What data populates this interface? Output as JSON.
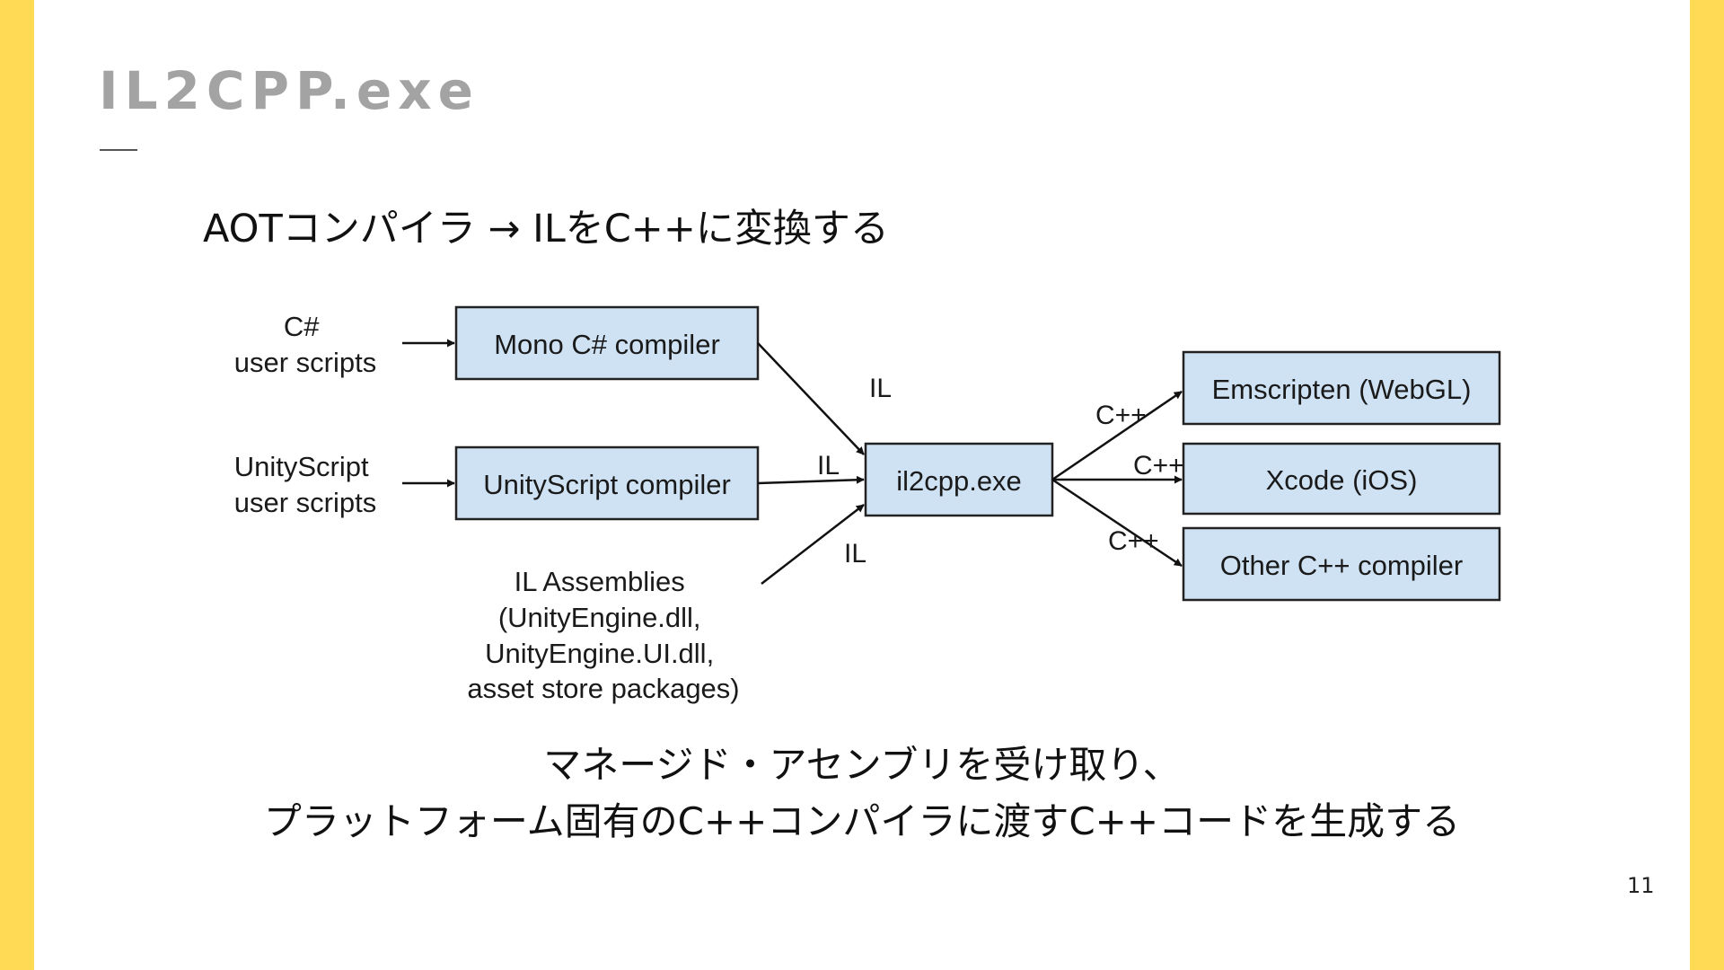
{
  "slide": {
    "title": "IL2CPP.exe",
    "subtitle": "AOTコンパイラ → ILをC++に変換する",
    "caption": [
      "マネージド・アセンブリを受け取り、",
      "プラットフォーム固有のC++コンパイラに渡すC++コードを生成する"
    ],
    "page_number": "11"
  },
  "colors": {
    "frame": "#FFDA55",
    "background": "#FFFFFF",
    "title": "#A3A3A3",
    "node_fill": "#CFE2F3",
    "node_stroke": "#222222"
  },
  "diagram": {
    "inputs": {
      "csharp_scripts": [
        "C#",
        "user scripts"
      ],
      "unityscript_scripts": [
        "UnityScript",
        "user scripts"
      ],
      "il_assemblies": [
        "IL Assemblies",
        "(UnityEngine.dll,",
        "UnityEngine.UI.dll,",
        "asset store packages)"
      ]
    },
    "nodes": {
      "mono_compiler": "Mono C# compiler",
      "unityscript_compiler": "UnityScript compiler",
      "il2cpp": "il2cpp.exe",
      "emscripten": "Emscripten (WebGL)",
      "xcode": "Xcode (iOS)",
      "other_compiler": "Other C++ compiler"
    },
    "edges": {
      "mono_to_il2cpp": "IL",
      "unityscript_to_il2cpp": "IL",
      "assemblies_to_il2cpp": "IL",
      "il2cpp_to_emscripten": "C++",
      "il2cpp_to_xcode": "C++",
      "il2cpp_to_other": "C++"
    }
  }
}
